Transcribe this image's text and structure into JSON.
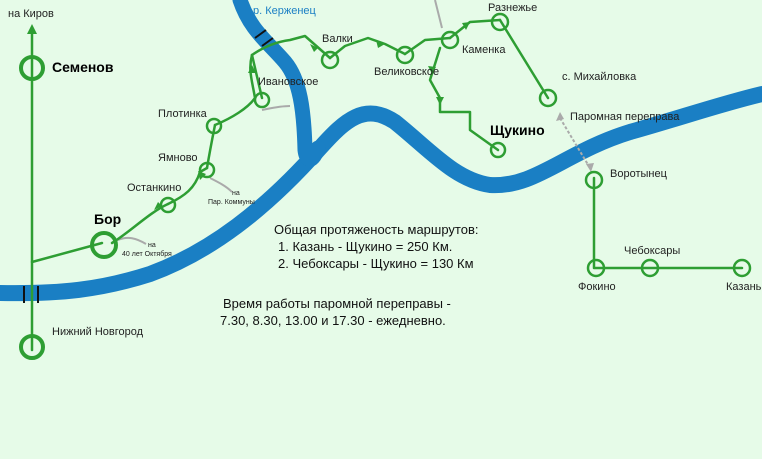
{
  "colors": {
    "background": "#e6fbe8",
    "route": "#2e9e33",
    "river": "#1a7fc4",
    "ferry": "#aaaaaa",
    "text": "#222222"
  },
  "icons": {
    "arrow": "up-arrow-icon",
    "station": "circle-station-icon"
  },
  "places": {
    "kirov": "на Киров",
    "semenov": "Семенов",
    "bor": "Бор",
    "nizhny": "Нижний Новгород",
    "ostankino": "Останкино",
    "yamnovo": "Ямново",
    "plotinka": "Плотинка",
    "ivanovskoe": "Ивановское",
    "valki": "Валки",
    "velikovskoe": "Великовское",
    "kamenka": "Каменка",
    "raznezhe": "Разнежье",
    "mikhailovka": "с. Михайловка",
    "shchukino": "Щукино",
    "vorotynets": "Воротынец",
    "fokino": "Фокино",
    "cheboksary": "Чебоксары",
    "kazan": "Казань"
  },
  "river_name": "р. Керженец",
  "ferry_label": "Паромная переправа",
  "side_stops": {
    "a_line1": "на",
    "a_line2": "Пар. Коммуны",
    "b_line1": "на",
    "b_line2": "40 лет Октября"
  },
  "info": {
    "title": "Общая протяженость маршрутов:",
    "route1": "1. Казань - Щукино = 250 Км.",
    "route2": "2. Чебоксары - Щукино = 130 Км",
    "ferry_title": "Время работы паромной переправы -",
    "ferry_times": "7.30, 8.30, 13.00 и 17.30 - ежедневно."
  }
}
